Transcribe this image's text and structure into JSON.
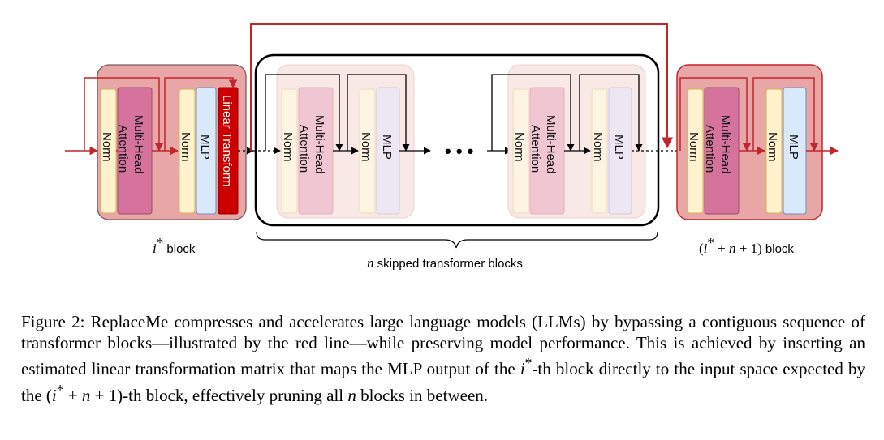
{
  "diagram": {
    "first_block": {
      "label_var": "i",
      "label_sup": "*",
      "label_suffix": " block",
      "components": [
        "Norm",
        "Multi-Head",
        "Attention",
        "Norm",
        "MLP",
        "Linear Transform"
      ]
    },
    "skipped_block_1": {
      "components": [
        "Norm",
        "Multi-Head",
        "Attention",
        "Norm",
        "MLP"
      ]
    },
    "ellipsis": "• • •",
    "skipped_block_2": {
      "components": [
        "Norm",
        "Multi-Head",
        "Attention",
        "Norm",
        "MLP"
      ]
    },
    "skipped_label_var": "n",
    "skipped_label_text": " skipped transformer blocks",
    "last_block": {
      "label_open": "(",
      "label_var_i": "i",
      "label_sup": "*",
      "label_plus1": " + ",
      "label_var_n": "n",
      "label_plus2": " + 1)",
      "label_suffix": " block",
      "components": [
        "Norm",
        "Multi-Head",
        "Attention",
        "Norm",
        "MLP"
      ]
    },
    "colors": {
      "active_block_fill": "#e8a6a6",
      "active_block_border": "#c0272d",
      "faded_block_fill": "#f9e9e6",
      "norm_fill": "#fff2cc",
      "attention_fill": "#d5739d",
      "mlp_fill": "#dae8fc",
      "linear_fill": "#cc0000",
      "skip_arrow": "#c0272d"
    }
  },
  "caption": {
    "prefix": "Figure 2: ReplaceMe compresses and accelerates large language models (LLMs) by bypassing a contiguous sequence of transformer blocks—illustrated by the red line—while preserving model performance. This is achieved by inserting an estimated linear transformation matrix that maps the MLP output of the ",
    "i_var": "i",
    "i_sup": "*",
    "middle": "-th block directly to the input space expected by the (",
    "expr_i": "i",
    "expr_sup": "*",
    "expr_plus": " + ",
    "expr_n": "n",
    "expr_end": " + 1)",
    "after_expr": "-th block, effectively pruning all ",
    "n_var": "n",
    "suffix": " blocks in between."
  }
}
